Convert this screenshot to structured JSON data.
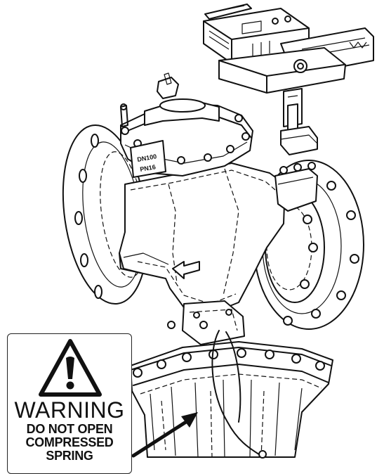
{
  "valve": {
    "nameplate_line1": "DN100",
    "nameplate_line2": "PN16"
  },
  "warning": {
    "icon": "exclamation-triangle-icon",
    "title": "WARNING",
    "line1": "DO NOT OPEN",
    "line2": "COMPRESSED",
    "line3": "SPRING"
  },
  "colors": {
    "line": "#111111",
    "background": "#ffffff"
  }
}
